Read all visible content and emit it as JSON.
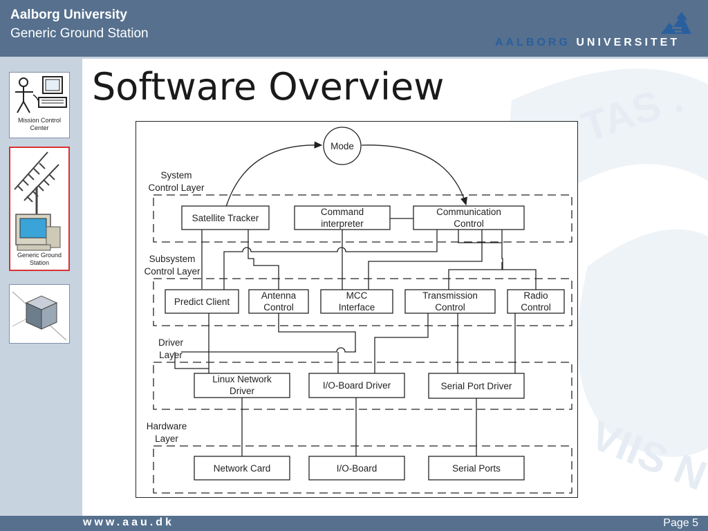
{
  "header": {
    "line1": "Aalborg University",
    "line2": "Generic Ground Station",
    "logo_part1": "AALBORG",
    "logo_part2": " UNIVERSITET"
  },
  "sidebar": {
    "thumbnails": [
      {
        "label_line1": "Mission Control",
        "label_line2": "Center",
        "icon": "stick-figure-computer-icon"
      },
      {
        "label_line1": "Generic Ground",
        "label_line2": "Station",
        "icon": "antenna-computer-icon",
        "selected": true
      },
      {
        "label_line1": "",
        "label_line2": "",
        "icon": "cubesat-icon"
      }
    ]
  },
  "slide": {
    "title": "Software Overview"
  },
  "diagram": {
    "layers": [
      {
        "label1": "System",
        "label2": "Control Layer"
      },
      {
        "label1": "Subsystem",
        "label2": "Control Layer"
      },
      {
        "label1": "Driver",
        "label2": "Layer"
      },
      {
        "label1": "Hardware",
        "label2": "Layer"
      }
    ],
    "mode": "Mode",
    "boxes": {
      "satellite_tracker": [
        "Satellite Tracker"
      ],
      "command_interpreter": [
        "Command",
        "interpreter"
      ],
      "communication_control": [
        "Communication",
        "Control"
      ],
      "predict_client": [
        "Predict Client"
      ],
      "antenna_control": [
        "Antenna",
        "Control"
      ],
      "mcc_interface": [
        "MCC",
        "Interface"
      ],
      "transmission_control": [
        "Transmission",
        "Control"
      ],
      "radio_control": [
        "Radio",
        "Control"
      ],
      "linux_network_driver": [
        "Linux Network",
        "Driver"
      ],
      "io_board_driver": [
        "I/O-Board Driver"
      ],
      "serial_port_driver": [
        "Serial Port Driver"
      ],
      "network_card": [
        "Network Card"
      ],
      "io_board": [
        "I/O-Board"
      ],
      "serial_ports": [
        "Serial Ports"
      ]
    }
  },
  "footer": {
    "url": "www.aau.dk",
    "page": "Page 5"
  },
  "colors": {
    "header_bg": "#56708e",
    "sidebar_bg": "#c8d3e0",
    "selected_border": "#d83030",
    "logo_blue": "#2a5f9e"
  }
}
